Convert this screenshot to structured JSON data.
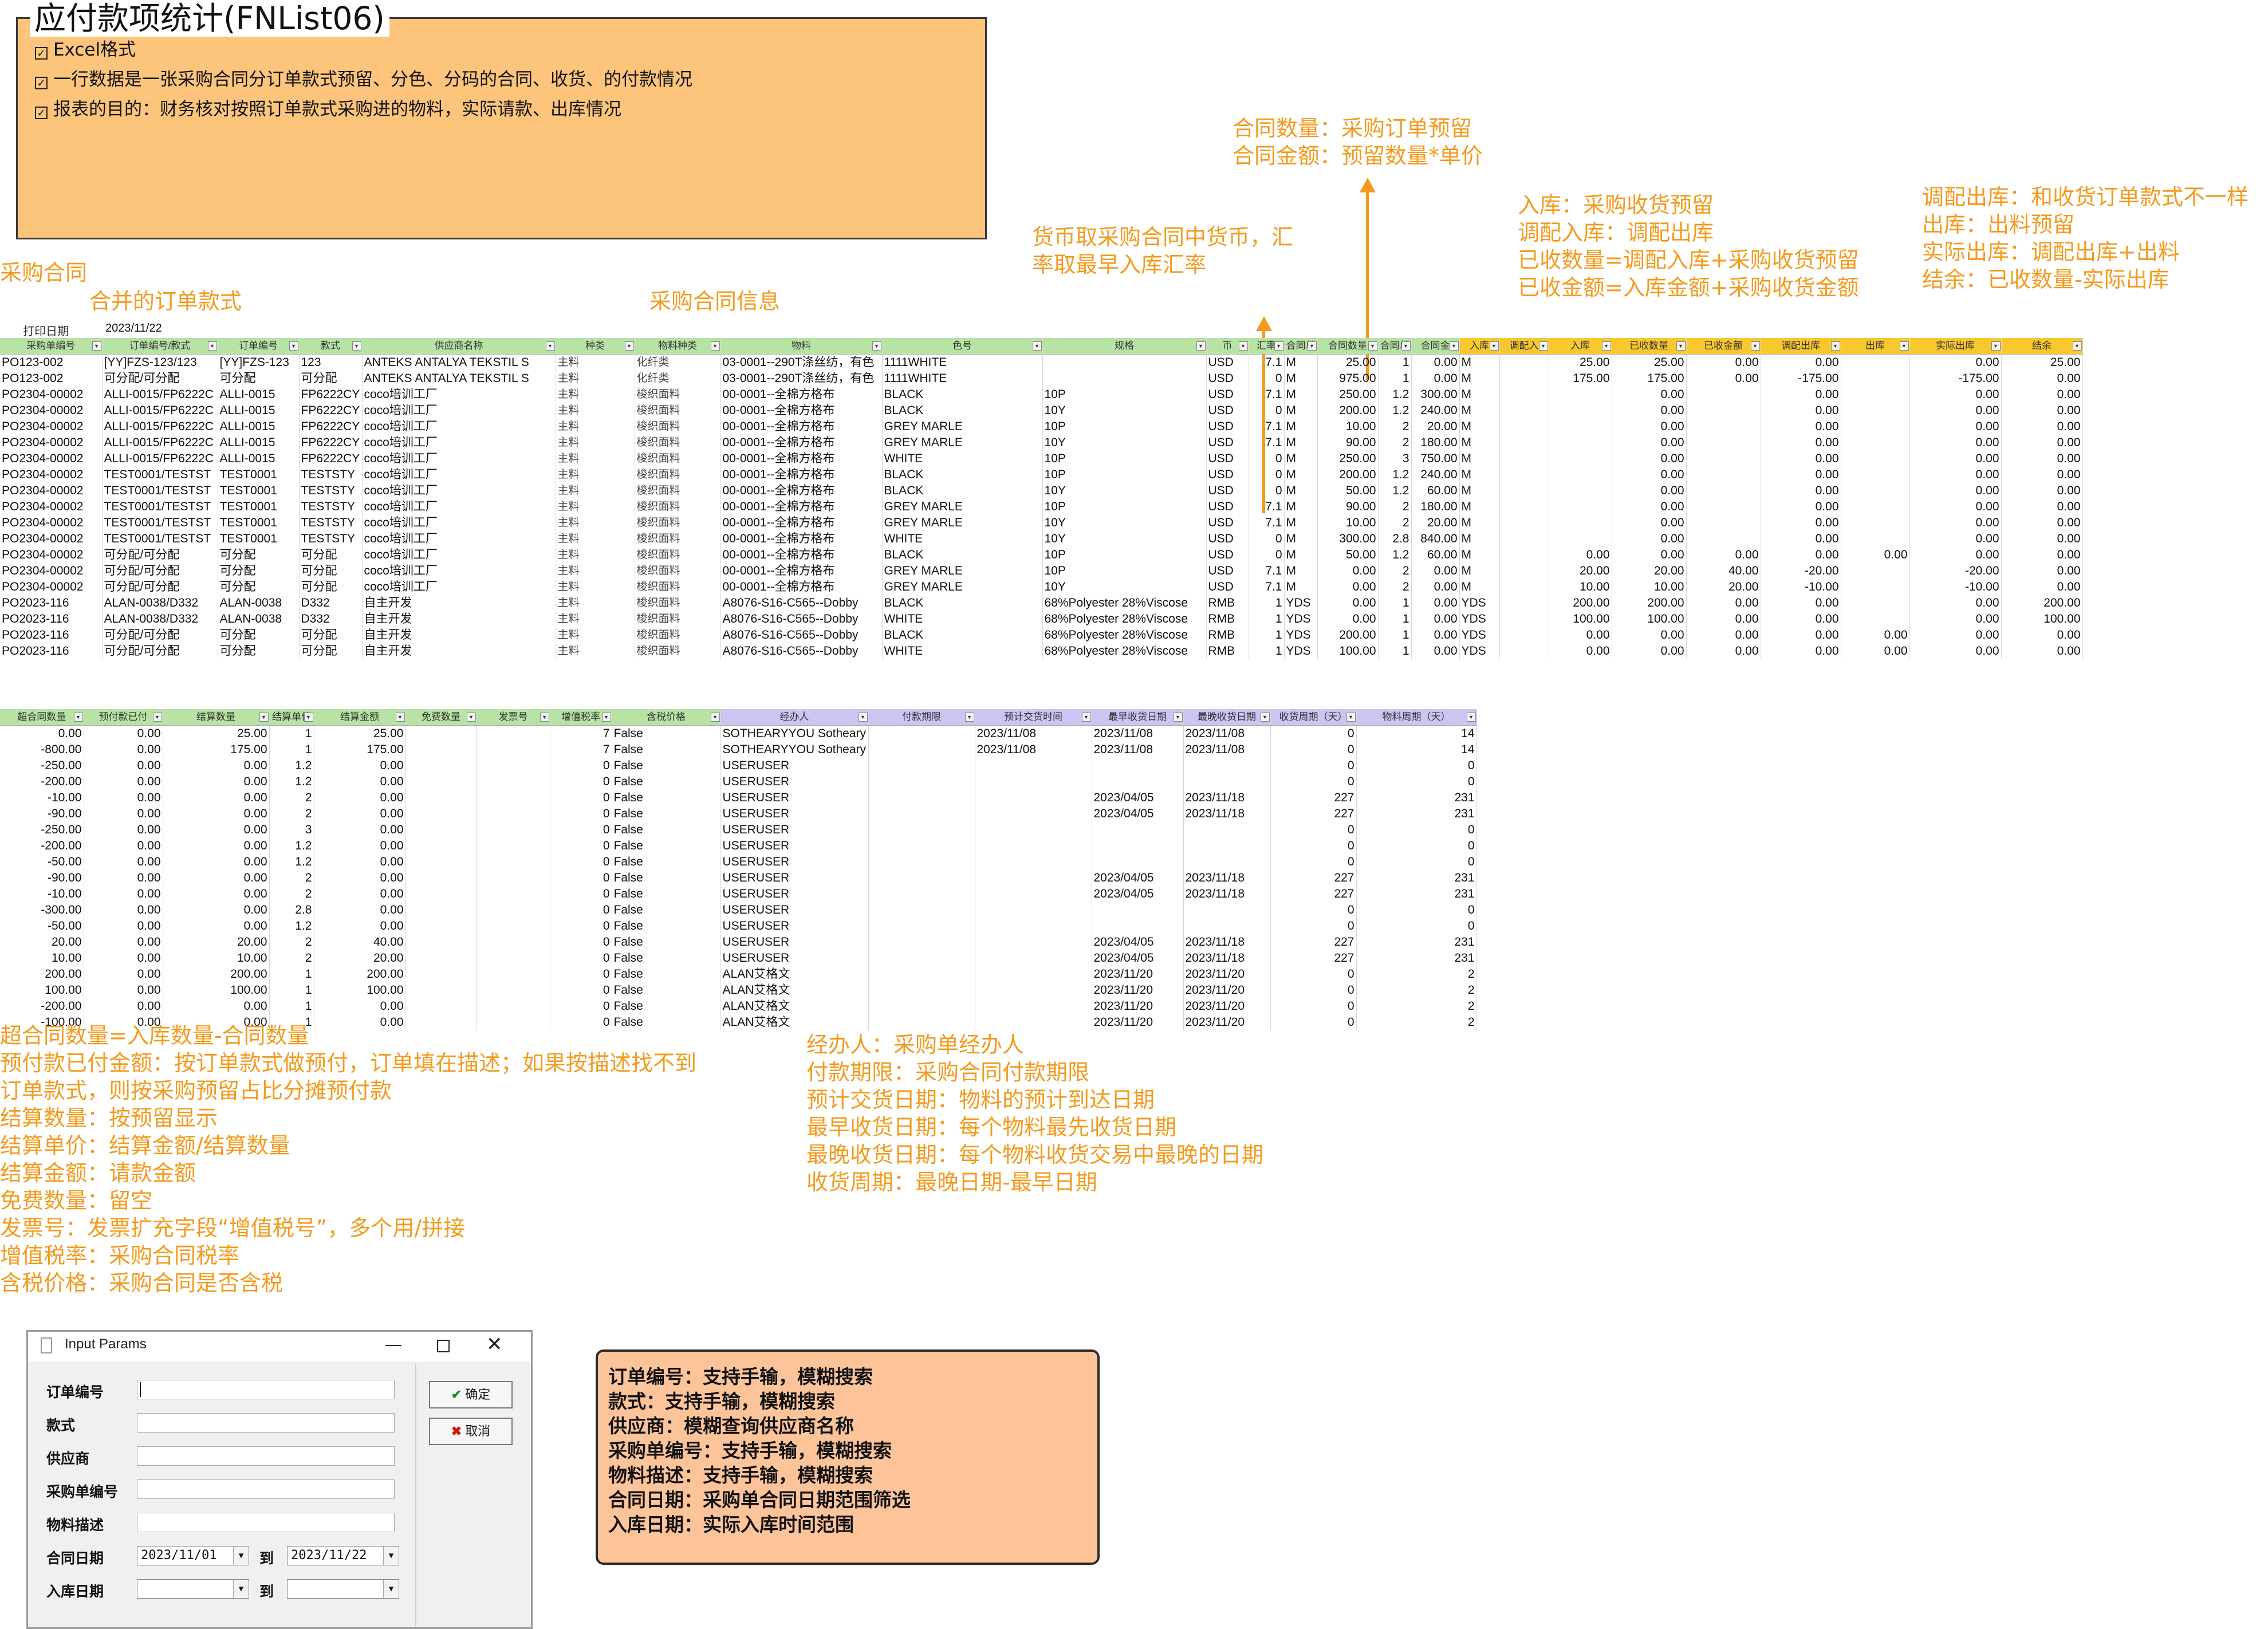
{
  "header": {
    "title": "应付款项统计(FNList06)",
    "lines": [
      "Excel格式",
      "一行数据是一张采购合同分订单款式预留、分色、分码的合同、收货、的付款情况",
      "报表的目的：财务核对按照订单款式采购进的物料，实际请款、出库情况"
    ]
  },
  "annotations": {
    "contract_qty": [
      "合同数量：采购订单预留",
      "合同金额：预留数量*单价"
    ],
    "currency": [
      "货币取采购合同中货币，汇",
      "率取最早入库汇率"
    ],
    "inbound": [
      "入库：采购收货预留",
      "调配入库：调配出库",
      "已收数量=调配入库+采购收货预留",
      "已收金额=入库金额+采购收货金额"
    ],
    "outbound": [
      "调配出库：和收货订单款式不一样",
      "出库：出料预留",
      "实际出库：调配出库+出料",
      "结余：已收数量-实际出库"
    ],
    "purchase_contract": "采购合同",
    "merged_order_style": "合并的订单款式",
    "contract_info": "采购合同信息",
    "left_notes": [
      "超合同数量=入库数量-合同数量",
      "预付款已付金额：按订单款式做预付，订单填在描述；如果按描述找不到",
      "订单款式，则按采购预留占比分摊预付款",
      "结算数量：按预留显示",
      "结算单价：结算金额/结算数量",
      "结算金额：请款金额",
      "免费数量：留空",
      "发票号：发票扩充字段“增值税号”，多个用/拼接",
      "增值税率：采购合同税率",
      "含税价格：采购合同是否含税"
    ],
    "right_notes": [
      "经办人：采购单经办人",
      "付款期限：采购合同付款期限",
      "预计交货日期：物料的预计到达日期",
      "最早收货日期：每个物料最先收货日期",
      "最晚收货日期：每个物料收货交易中最晚的日期",
      "收货周期：最晚日期-最早日期"
    ]
  },
  "sheet1": {
    "print_label": "打印日期",
    "print_date": "2023/11/22",
    "headers": [
      "采购单编号",
      "订单编号/款式",
      "订单编号",
      "款式",
      "供应商名称",
      "种类",
      "物料种类",
      "物料",
      "色号",
      "规格",
      "币",
      "汇率",
      "合同单",
      "合同数量",
      "合同单",
      "合同金",
      "入库",
      "调配入",
      "入库",
      "已收数量",
      "已收金额",
      "调配出库",
      "出库",
      "实际出库",
      "结余"
    ],
    "rows": [
      [
        "PO123-002",
        "[YY]FZS-123/123",
        "[YY]FZS-123",
        "123",
        "ANTEKS ANTALYA TEKSTIL S",
        "主料",
        "化纤类",
        "03-0001--290T涤丝纺，有色",
        "1111WHITE",
        "",
        "USD",
        "7.1",
        "M",
        "25.00",
        "1",
        "0.00",
        "M",
        "",
        "25.00",
        "25.00",
        "0.00",
        "0.00",
        "",
        "0.00",
        "25.00"
      ],
      [
        "PO123-002",
        "可分配/可分配",
        "可分配",
        "可分配",
        "ANTEKS ANTALYA TEKSTIL S",
        "主料",
        "化纤类",
        "03-0001--290T涤丝纺，有色",
        "1111WHITE",
        "",
        "USD",
        "0",
        "M",
        "975.00",
        "1",
        "0.00",
        "M",
        "",
        "175.00",
        "175.00",
        "0.00",
        "-175.00",
        "",
        "-175.00",
        "0.00"
      ],
      [
        "PO2304-00002",
        "ALLI-0015/FP6222C",
        "ALLI-0015",
        "FP6222CY",
        "coco培训工厂",
        "主料",
        "梭织面料",
        "00-0001--全棉方格布",
        "BLACK",
        "10P",
        "USD",
        "7.1",
        "M",
        "250.00",
        "1.2",
        "300.00",
        "M",
        "",
        "",
        "0.00",
        "",
        "0.00",
        "",
        "0.00",
        "0.00"
      ],
      [
        "PO2304-00002",
        "ALLI-0015/FP6222C",
        "ALLI-0015",
        "FP6222CY",
        "coco培训工厂",
        "主料",
        "梭织面料",
        "00-0001--全棉方格布",
        "BLACK",
        "10Y",
        "USD",
        "0",
        "M",
        "200.00",
        "1.2",
        "240.00",
        "M",
        "",
        "",
        "0.00",
        "",
        "0.00",
        "",
        "0.00",
        "0.00"
      ],
      [
        "PO2304-00002",
        "ALLI-0015/FP6222C",
        "ALLI-0015",
        "FP6222CY",
        "coco培训工厂",
        "主料",
        "梭织面料",
        "00-0001--全棉方格布",
        "GREY MARLE",
        "10P",
        "USD",
        "7.1",
        "M",
        "10.00",
        "2",
        "20.00",
        "M",
        "",
        "",
        "0.00",
        "",
        "0.00",
        "",
        "0.00",
        "0.00"
      ],
      [
        "PO2304-00002",
        "ALLI-0015/FP6222C",
        "ALLI-0015",
        "FP6222CY",
        "coco培训工厂",
        "主料",
        "梭织面料",
        "00-0001--全棉方格布",
        "GREY MARLE",
        "10Y",
        "USD",
        "7.1",
        "M",
        "90.00",
        "2",
        "180.00",
        "M",
        "",
        "",
        "0.00",
        "",
        "0.00",
        "",
        "0.00",
        "0.00"
      ],
      [
        "PO2304-00002",
        "ALLI-0015/FP6222C",
        "ALLI-0015",
        "FP6222CY",
        "coco培训工厂",
        "主料",
        "梭织面料",
        "00-0001--全棉方格布",
        "WHITE",
        "10P",
        "USD",
        "0",
        "M",
        "250.00",
        "3",
        "750.00",
        "M",
        "",
        "",
        "0.00",
        "",
        "0.00",
        "",
        "0.00",
        "0.00"
      ],
      [
        "PO2304-00002",
        "TEST0001/TESTST",
        "TEST0001",
        "TESTSTY",
        "coco培训工厂",
        "主料",
        "梭织面料",
        "00-0001--全棉方格布",
        "BLACK",
        "10P",
        "USD",
        "0",
        "M",
        "200.00",
        "1.2",
        "240.00",
        "M",
        "",
        "",
        "0.00",
        "",
        "0.00",
        "",
        "0.00",
        "0.00"
      ],
      [
        "PO2304-00002",
        "TEST0001/TESTST",
        "TEST0001",
        "TESTSTY",
        "coco培训工厂",
        "主料",
        "梭织面料",
        "00-0001--全棉方格布",
        "BLACK",
        "10Y",
        "USD",
        "0",
        "M",
        "50.00",
        "1.2",
        "60.00",
        "M",
        "",
        "",
        "0.00",
        "",
        "0.00",
        "",
        "0.00",
        "0.00"
      ],
      [
        "PO2304-00002",
        "TEST0001/TESTST",
        "TEST0001",
        "TESTSTY",
        "coco培训工厂",
        "主料",
        "梭织面料",
        "00-0001--全棉方格布",
        "GREY MARLE",
        "10P",
        "USD",
        "7.1",
        "M",
        "90.00",
        "2",
        "180.00",
        "M",
        "",
        "",
        "0.00",
        "",
        "0.00",
        "",
        "0.00",
        "0.00"
      ],
      [
        "PO2304-00002",
        "TEST0001/TESTST",
        "TEST0001",
        "TESTSTY",
        "coco培训工厂",
        "主料",
        "梭织面料",
        "00-0001--全棉方格布",
        "GREY MARLE",
        "10Y",
        "USD",
        "7.1",
        "M",
        "10.00",
        "2",
        "20.00",
        "M",
        "",
        "",
        "0.00",
        "",
        "0.00",
        "",
        "0.00",
        "0.00"
      ],
      [
        "PO2304-00002",
        "TEST0001/TESTST",
        "TEST0001",
        "TESTSTY",
        "coco培训工厂",
        "主料",
        "梭织面料",
        "00-0001--全棉方格布",
        "WHITE",
        "10Y",
        "USD",
        "0",
        "M",
        "300.00",
        "2.8",
        "840.00",
        "M",
        "",
        "",
        "0.00",
        "",
        "0.00",
        "",
        "0.00",
        "0.00"
      ],
      [
        "PO2304-00002",
        "可分配/可分配",
        "可分配",
        "可分配",
        "coco培训工厂",
        "主料",
        "梭织面料",
        "00-0001--全棉方格布",
        "BLACK",
        "10P",
        "USD",
        "0",
        "M",
        "50.00",
        "1.2",
        "60.00",
        "M",
        "",
        "0.00",
        "0.00",
        "0.00",
        "0.00",
        "0.00",
        "0.00",
        "0.00"
      ],
      [
        "PO2304-00002",
        "可分配/可分配",
        "可分配",
        "可分配",
        "coco培训工厂",
        "主料",
        "梭织面料",
        "00-0001--全棉方格布",
        "GREY MARLE",
        "10P",
        "USD",
        "7.1",
        "M",
        "0.00",
        "2",
        "0.00",
        "M",
        "",
        "20.00",
        "20.00",
        "40.00",
        "-20.00",
        "",
        "-20.00",
        "0.00"
      ],
      [
        "PO2304-00002",
        "可分配/可分配",
        "可分配",
        "可分配",
        "coco培训工厂",
        "主料",
        "梭织面料",
        "00-0001--全棉方格布",
        "GREY MARLE",
        "10Y",
        "USD",
        "7.1",
        "M",
        "0.00",
        "2",
        "0.00",
        "M",
        "",
        "10.00",
        "10.00",
        "20.00",
        "-10.00",
        "",
        "-10.00",
        "0.00"
      ],
      [
        "PO2023-116",
        "ALAN-0038/D332",
        "ALAN-0038",
        "D332",
        "自主开发",
        "主料",
        "梭织面料",
        "A8076-S16-C565--Dobby",
        "BLACK",
        "68%Polyester 28%Viscose",
        "RMB",
        "1",
        "YDS",
        "0.00",
        "1",
        "0.00",
        "YDS",
        "",
        "200.00",
        "200.00",
        "0.00",
        "0.00",
        "",
        "0.00",
        "200.00"
      ],
      [
        "PO2023-116",
        "ALAN-0038/D332",
        "ALAN-0038",
        "D332",
        "自主开发",
        "主料",
        "梭织面料",
        "A8076-S16-C565--Dobby",
        "WHITE",
        "68%Polyester 28%Viscose",
        "RMB",
        "1",
        "YDS",
        "0.00",
        "1",
        "0.00",
        "YDS",
        "",
        "100.00",
        "100.00",
        "0.00",
        "0.00",
        "",
        "0.00",
        "100.00"
      ],
      [
        "PO2023-116",
        "可分配/可分配",
        "可分配",
        "可分配",
        "自主开发",
        "主料",
        "梭织面料",
        "A8076-S16-C565--Dobby",
        "BLACK",
        "68%Polyester 28%Viscose",
        "RMB",
        "1",
        "YDS",
        "200.00",
        "1",
        "0.00",
        "YDS",
        "",
        "0.00",
        "0.00",
        "0.00",
        "0.00",
        "0.00",
        "0.00",
        "0.00"
      ],
      [
        "PO2023-116",
        "可分配/可分配",
        "可分配",
        "可分配",
        "自主开发",
        "主料",
        "梭织面料",
        "A8076-S16-C565--Dobby",
        "WHITE",
        "68%Polyester 28%Viscose",
        "RMB",
        "1",
        "YDS",
        "100.00",
        "1",
        "0.00",
        "YDS",
        "",
        "0.00",
        "0.00",
        "0.00",
        "0.00",
        "0.00",
        "0.00",
        "0.00"
      ]
    ]
  },
  "sheet2": {
    "headers": [
      "超合同数量",
      "预付款已付",
      "结算数量",
      "结算单价",
      "结算金额",
      "免费数量",
      "发票号",
      "增值税率",
      "含税价格",
      "经办人",
      "付款期限",
      "预计交货时间",
      "最早收货日期",
      "最晚收货日期",
      "收货周期（天）",
      "物料周期（天）"
    ],
    "rows": [
      [
        "0.00",
        "0.00",
        "25.00",
        "1",
        "25.00",
        "",
        "",
        "7",
        "False",
        "SOTHEARYYOU Sotheary",
        "",
        "2023/11/08",
        "2023/11/08",
        "2023/11/08",
        "0",
        "14"
      ],
      [
        "-800.00",
        "0.00",
        "175.00",
        "1",
        "175.00",
        "",
        "",
        "7",
        "False",
        "SOTHEARYYOU Sotheary",
        "",
        "2023/11/08",
        "2023/11/08",
        "2023/11/08",
        "0",
        "14"
      ],
      [
        "-250.00",
        "0.00",
        "0.00",
        "1.2",
        "0.00",
        "",
        "",
        "0",
        "False",
        "USERUSER",
        "",
        "",
        "",
        "",
        "0",
        "0"
      ],
      [
        "-200.00",
        "0.00",
        "0.00",
        "1.2",
        "0.00",
        "",
        "",
        "0",
        "False",
        "USERUSER",
        "",
        "",
        "",
        "",
        "0",
        "0"
      ],
      [
        "-10.00",
        "0.00",
        "0.00",
        "2",
        "0.00",
        "",
        "",
        "0",
        "False",
        "USERUSER",
        "",
        "",
        "2023/04/05",
        "2023/11/18",
        "227",
        "231"
      ],
      [
        "-90.00",
        "0.00",
        "0.00",
        "2",
        "0.00",
        "",
        "",
        "0",
        "False",
        "USERUSER",
        "",
        "",
        "2023/04/05",
        "2023/11/18",
        "227",
        "231"
      ],
      [
        "-250.00",
        "0.00",
        "0.00",
        "3",
        "0.00",
        "",
        "",
        "0",
        "False",
        "USERUSER",
        "",
        "",
        "",
        "",
        "0",
        "0"
      ],
      [
        "-200.00",
        "0.00",
        "0.00",
        "1.2",
        "0.00",
        "",
        "",
        "0",
        "False",
        "USERUSER",
        "",
        "",
        "",
        "",
        "0",
        "0"
      ],
      [
        "-50.00",
        "0.00",
        "0.00",
        "1.2",
        "0.00",
        "",
        "",
        "0",
        "False",
        "USERUSER",
        "",
        "",
        "",
        "",
        "0",
        "0"
      ],
      [
        "-90.00",
        "0.00",
        "0.00",
        "2",
        "0.00",
        "",
        "",
        "0",
        "False",
        "USERUSER",
        "",
        "",
        "2023/04/05",
        "2023/11/18",
        "227",
        "231"
      ],
      [
        "-10.00",
        "0.00",
        "0.00",
        "2",
        "0.00",
        "",
        "",
        "0",
        "False",
        "USERUSER",
        "",
        "",
        "2023/04/05",
        "2023/11/18",
        "227",
        "231"
      ],
      [
        "-300.00",
        "0.00",
        "0.00",
        "2.8",
        "0.00",
        "",
        "",
        "0",
        "False",
        "USERUSER",
        "",
        "",
        "",
        "",
        "0",
        "0"
      ],
      [
        "-50.00",
        "0.00",
        "0.00",
        "1.2",
        "0.00",
        "",
        "",
        "0",
        "False",
        "USERUSER",
        "",
        "",
        "",
        "",
        "0",
        "0"
      ],
      [
        "20.00",
        "0.00",
        "20.00",
        "2",
        "40.00",
        "",
        "",
        "0",
        "False",
        "USERUSER",
        "",
        "",
        "2023/04/05",
        "2023/11/18",
        "227",
        "231"
      ],
      [
        "10.00",
        "0.00",
        "10.00",
        "2",
        "20.00",
        "",
        "",
        "0",
        "False",
        "USERUSER",
        "",
        "",
        "2023/04/05",
        "2023/11/18",
        "227",
        "231"
      ],
      [
        "200.00",
        "0.00",
        "200.00",
        "1",
        "200.00",
        "",
        "",
        "0",
        "False",
        "ALAN艾格文",
        "",
        "",
        "2023/11/20",
        "2023/11/20",
        "0",
        "2"
      ],
      [
        "100.00",
        "0.00",
        "100.00",
        "1",
        "100.00",
        "",
        "",
        "0",
        "False",
        "ALAN艾格文",
        "",
        "",
        "2023/11/20",
        "2023/11/20",
        "0",
        "2"
      ],
      [
        "-200.00",
        "0.00",
        "0.00",
        "1",
        "0.00",
        "",
        "",
        "0",
        "False",
        "ALAN艾格文",
        "",
        "",
        "2023/11/20",
        "2023/11/20",
        "0",
        "2"
      ],
      [
        "-100.00",
        "0.00",
        "0.00",
        "1",
        "0.00",
        "",
        "",
        "0",
        "False",
        "ALAN艾格文",
        "",
        "",
        "2023/11/20",
        "2023/11/20",
        "0",
        "2"
      ]
    ]
  },
  "dialog": {
    "title": "Input Params",
    "labels": [
      "订单编号",
      "款式",
      "供应商",
      "采购单编号",
      "物料描述",
      "合同日期",
      "入库日期"
    ],
    "to_label": "到",
    "contract_date_from": "2023/11/01",
    "contract_date_to": "2023/11/22",
    "ok_label": "确定",
    "cancel_label": "取消"
  },
  "notes": [
    "订单编号：支持手输，模糊搜索",
    "款式：支持手输，模糊搜索",
    "供应商：模糊查询供应商名称",
    "采购单编号：支持手输，模糊搜索",
    "物料描述：支持手输，模糊搜索",
    "合同日期：采购单合同日期范围筛选",
    "入库日期：实际入库时间范围"
  ],
  "colors": {
    "annotation": "#f39a1e",
    "header_fill": "#fdc47c",
    "green_header": "#b7e3a5",
    "yellow_header": "#f9c82e",
    "purple_header": "#cdc4f2",
    "notes_fill": "#fdc49a"
  }
}
